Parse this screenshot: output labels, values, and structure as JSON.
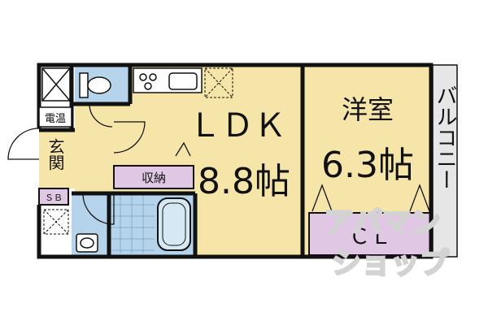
{
  "rooms": {
    "ldk_name": "ＬＤＫ",
    "ldk_size": "8.8帖",
    "western_name": "洋室",
    "western_size": "6.3帖",
    "balcony": "バルコニー",
    "entrance": "玄関",
    "water_heater": "電温",
    "shoe_box": "ＳＢ",
    "storage": "収納",
    "closet": "ＣＬ"
  },
  "watermark": {
    "line1": "アパマン",
    "line2": "ショップ"
  },
  "colors": {
    "room_fill": "#f6e5a8",
    "wet_area_fill": "#b5d3ea",
    "storage_fill": "#e0c8e4",
    "balcony_fill": "#e6e6e6",
    "wall": "#111111"
  }
}
